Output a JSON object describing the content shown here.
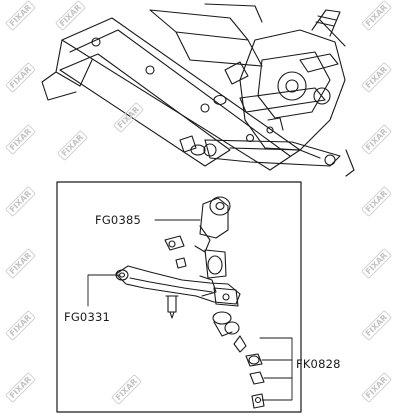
{
  "parts": {
    "fg0385": "FG0385",
    "fg0331": "FG0331",
    "fk0828": "FK0828"
  },
  "watermark": {
    "text": "FIXAR"
  },
  "colors": {
    "line": "#1a1a1a",
    "watermark": "#c4c4c4",
    "background": "#ffffff"
  }
}
